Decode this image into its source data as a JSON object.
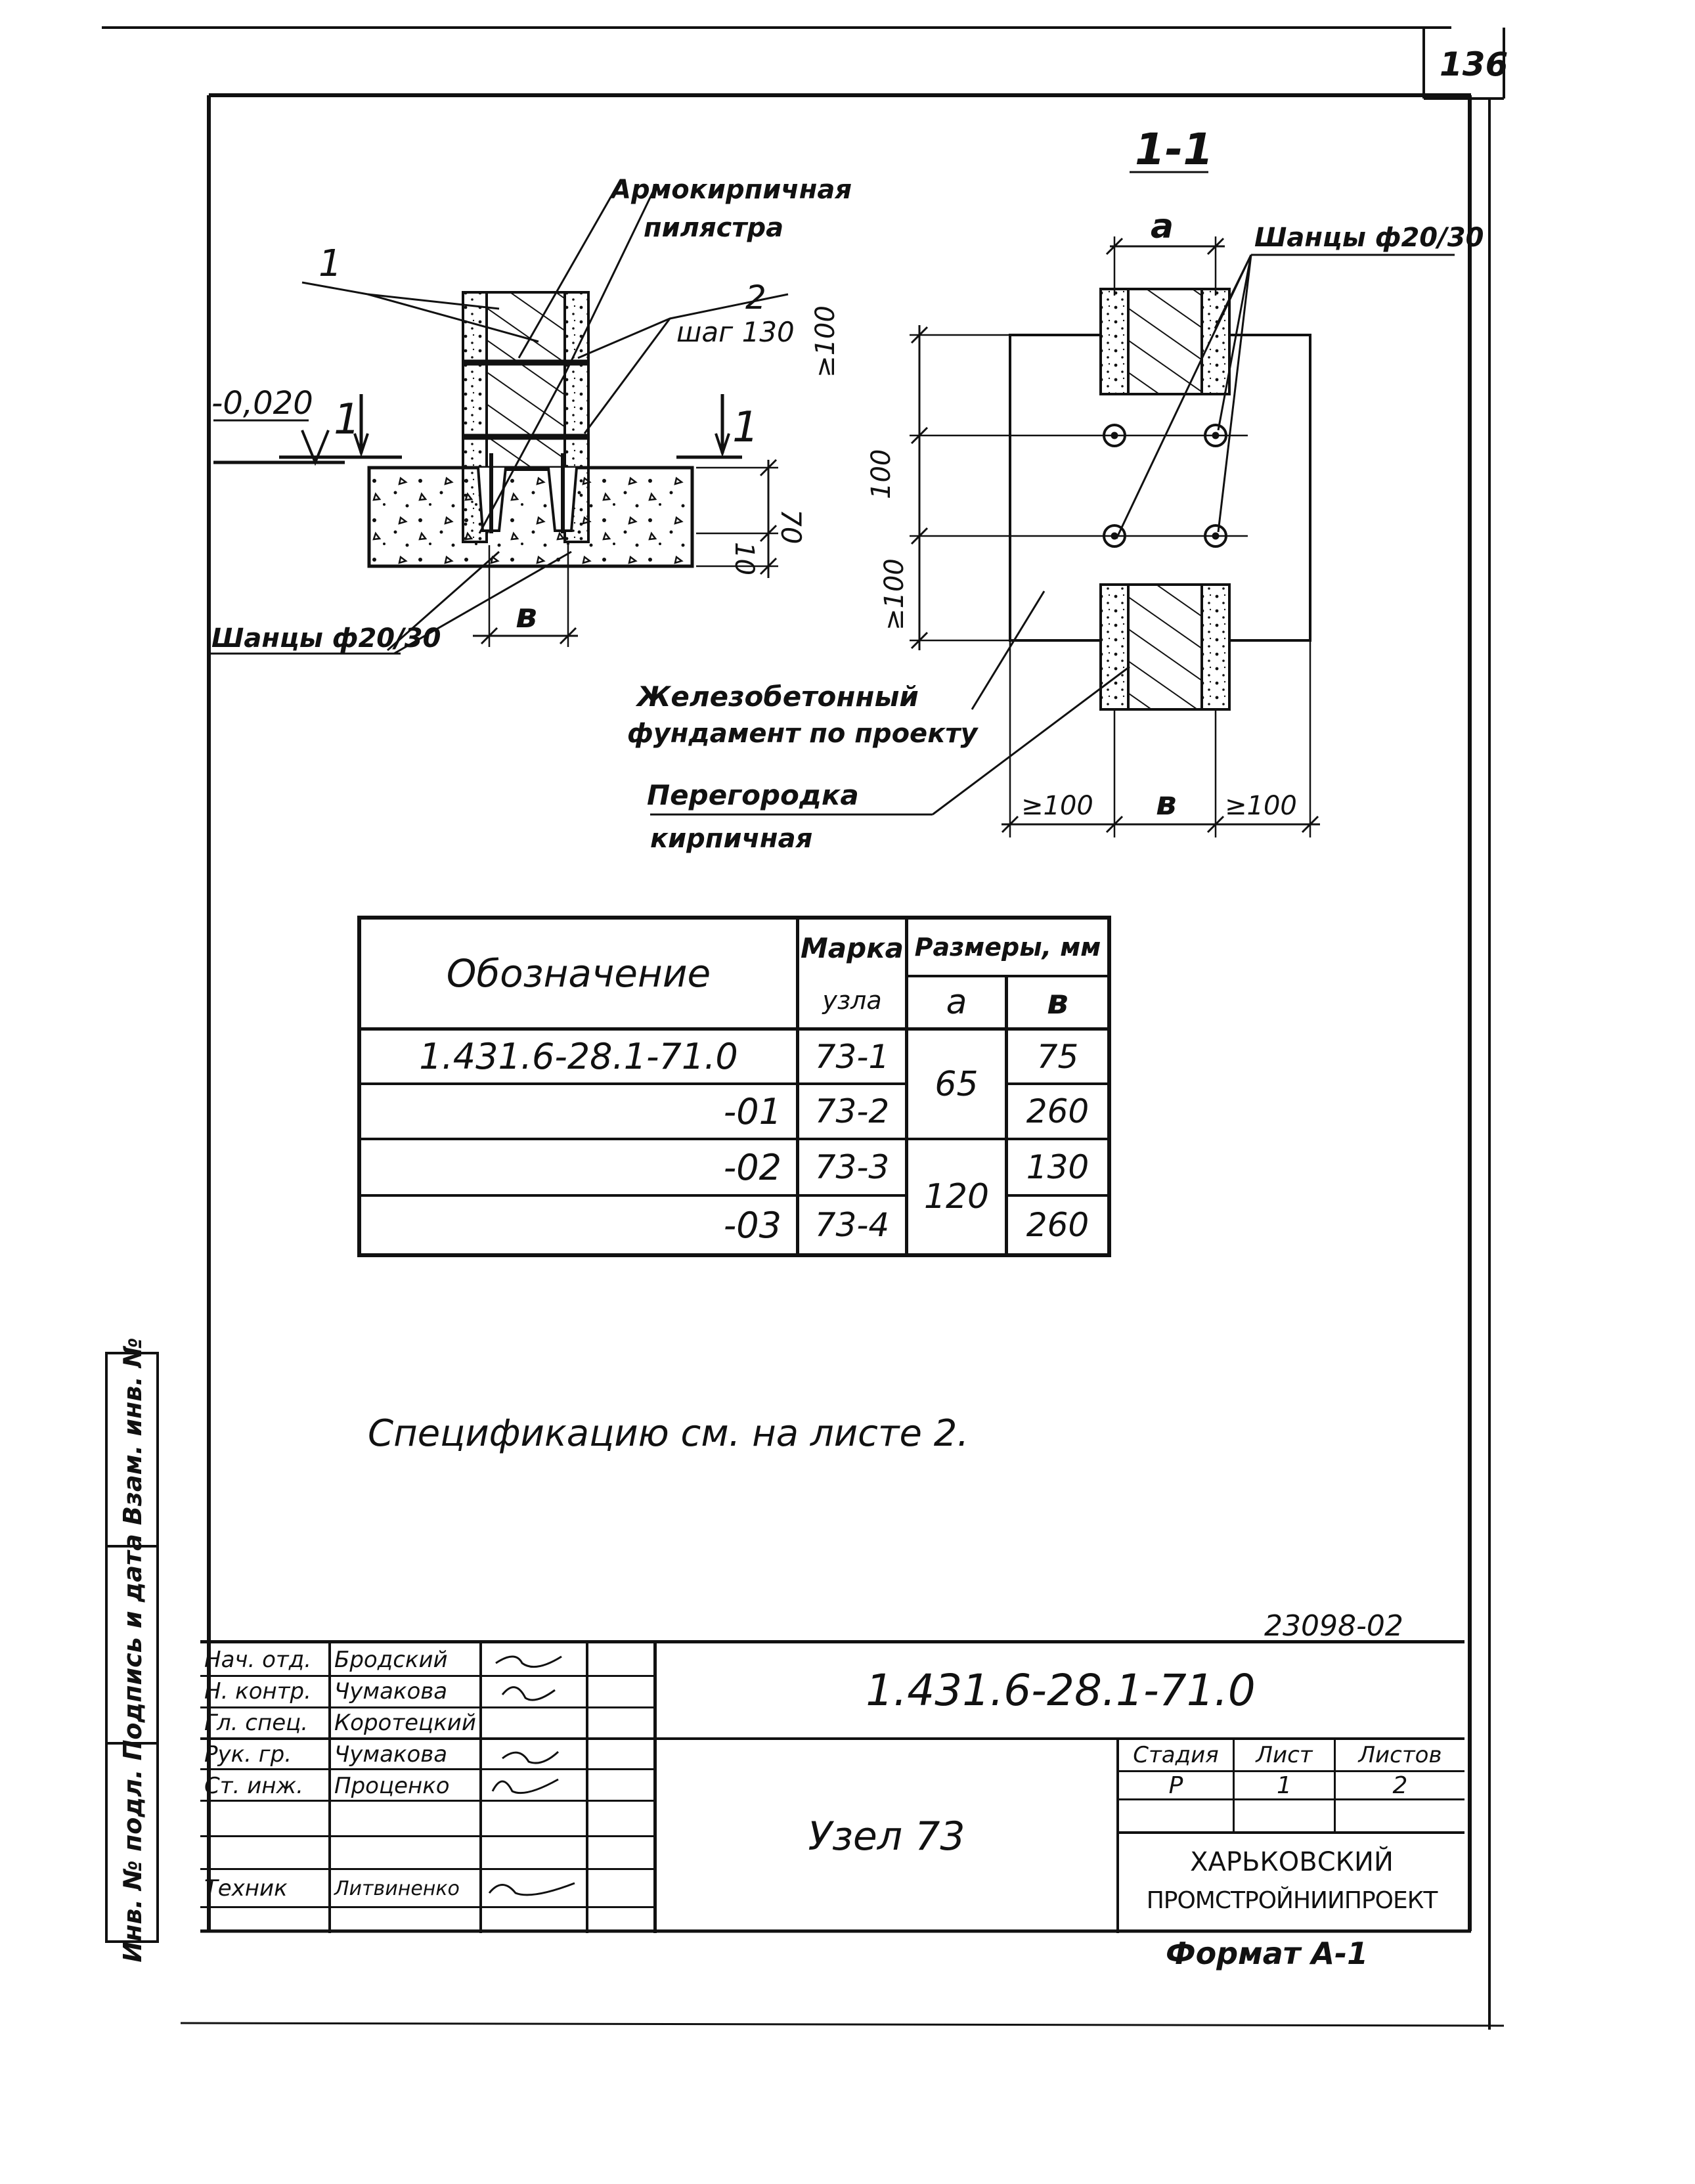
{
  "sheet": {
    "page_number": "136",
    "archive_number": "23098-02",
    "format": "Формат А-1"
  },
  "section_label": "1-1",
  "labels": {
    "pilaster": [
      "Армокирпичная",
      "пилястра"
    ],
    "callout_1": "1",
    "callout_2": "2",
    "step": "шаг 130",
    "level": "-0,020",
    "section_mark": "1",
    "dowels_left": "Шанцы ф20/30",
    "dowels_right": "Шанцы ф20/30",
    "foundation": [
      "Железобетонный",
      "фундамент по проекту"
    ],
    "partition": [
      "Перегородка",
      "кирпичная"
    ],
    "dim_70": "70",
    "dim_10": "10",
    "dim_b_left": "в",
    "dim_a": "а",
    "dim_ge100_top": "≥100",
    "dim_100": "100",
    "dim_ge100_bottom": "≥100",
    "dim_ge100_left": "≥100",
    "dim_b_bottom": "в",
    "dim_ge100_right": "≥100"
  },
  "table": {
    "headers": {
      "designation": "Обозначение",
      "mark": [
        "Марка",
        "узла"
      ],
      "dimensions": "Размеры, мм",
      "a": "а",
      "b": "в"
    },
    "rows": [
      {
        "designation": "1.431.6-28.1-71.0",
        "mark": "73-1",
        "b": "75"
      },
      {
        "designation": "-01",
        "mark": "73-2",
        "b": "260"
      },
      {
        "designation": "-02",
        "mark": "73-3",
        "b": "130"
      },
      {
        "designation": "-03",
        "mark": "73-4",
        "b": "260"
      }
    ],
    "a_groups": [
      "65",
      "120"
    ]
  },
  "note": "Спецификацию см. на листе 2.",
  "side_stamp": "Инв. № подл. Подпись и дата Взам. инв. №",
  "title_block": {
    "roles": [
      {
        "role": "Нач. отд.",
        "name": "Бродский"
      },
      {
        "role": "Н. контр.",
        "name": "Чумакова"
      },
      {
        "role": "Гл. спец.",
        "name": "Коротецкий"
      },
      {
        "role": "Рук. гр.",
        "name": "Чумакова"
      },
      {
        "role": "Ст. инж.",
        "name": "Проценко"
      },
      {
        "role": "",
        "name": ""
      },
      {
        "role": "Техник",
        "name": "Литвиненко"
      }
    ],
    "document_code": "1.431.6-28.1-71.0",
    "sheet_title": "Узел 73",
    "stage_label": "Стадия",
    "sheet_label": "Лист",
    "sheets_label": "Листов",
    "stage": "Р",
    "sheet": "1",
    "sheets": "2",
    "organization": [
      "Харьковский",
      "Промстройниипроект"
    ]
  }
}
